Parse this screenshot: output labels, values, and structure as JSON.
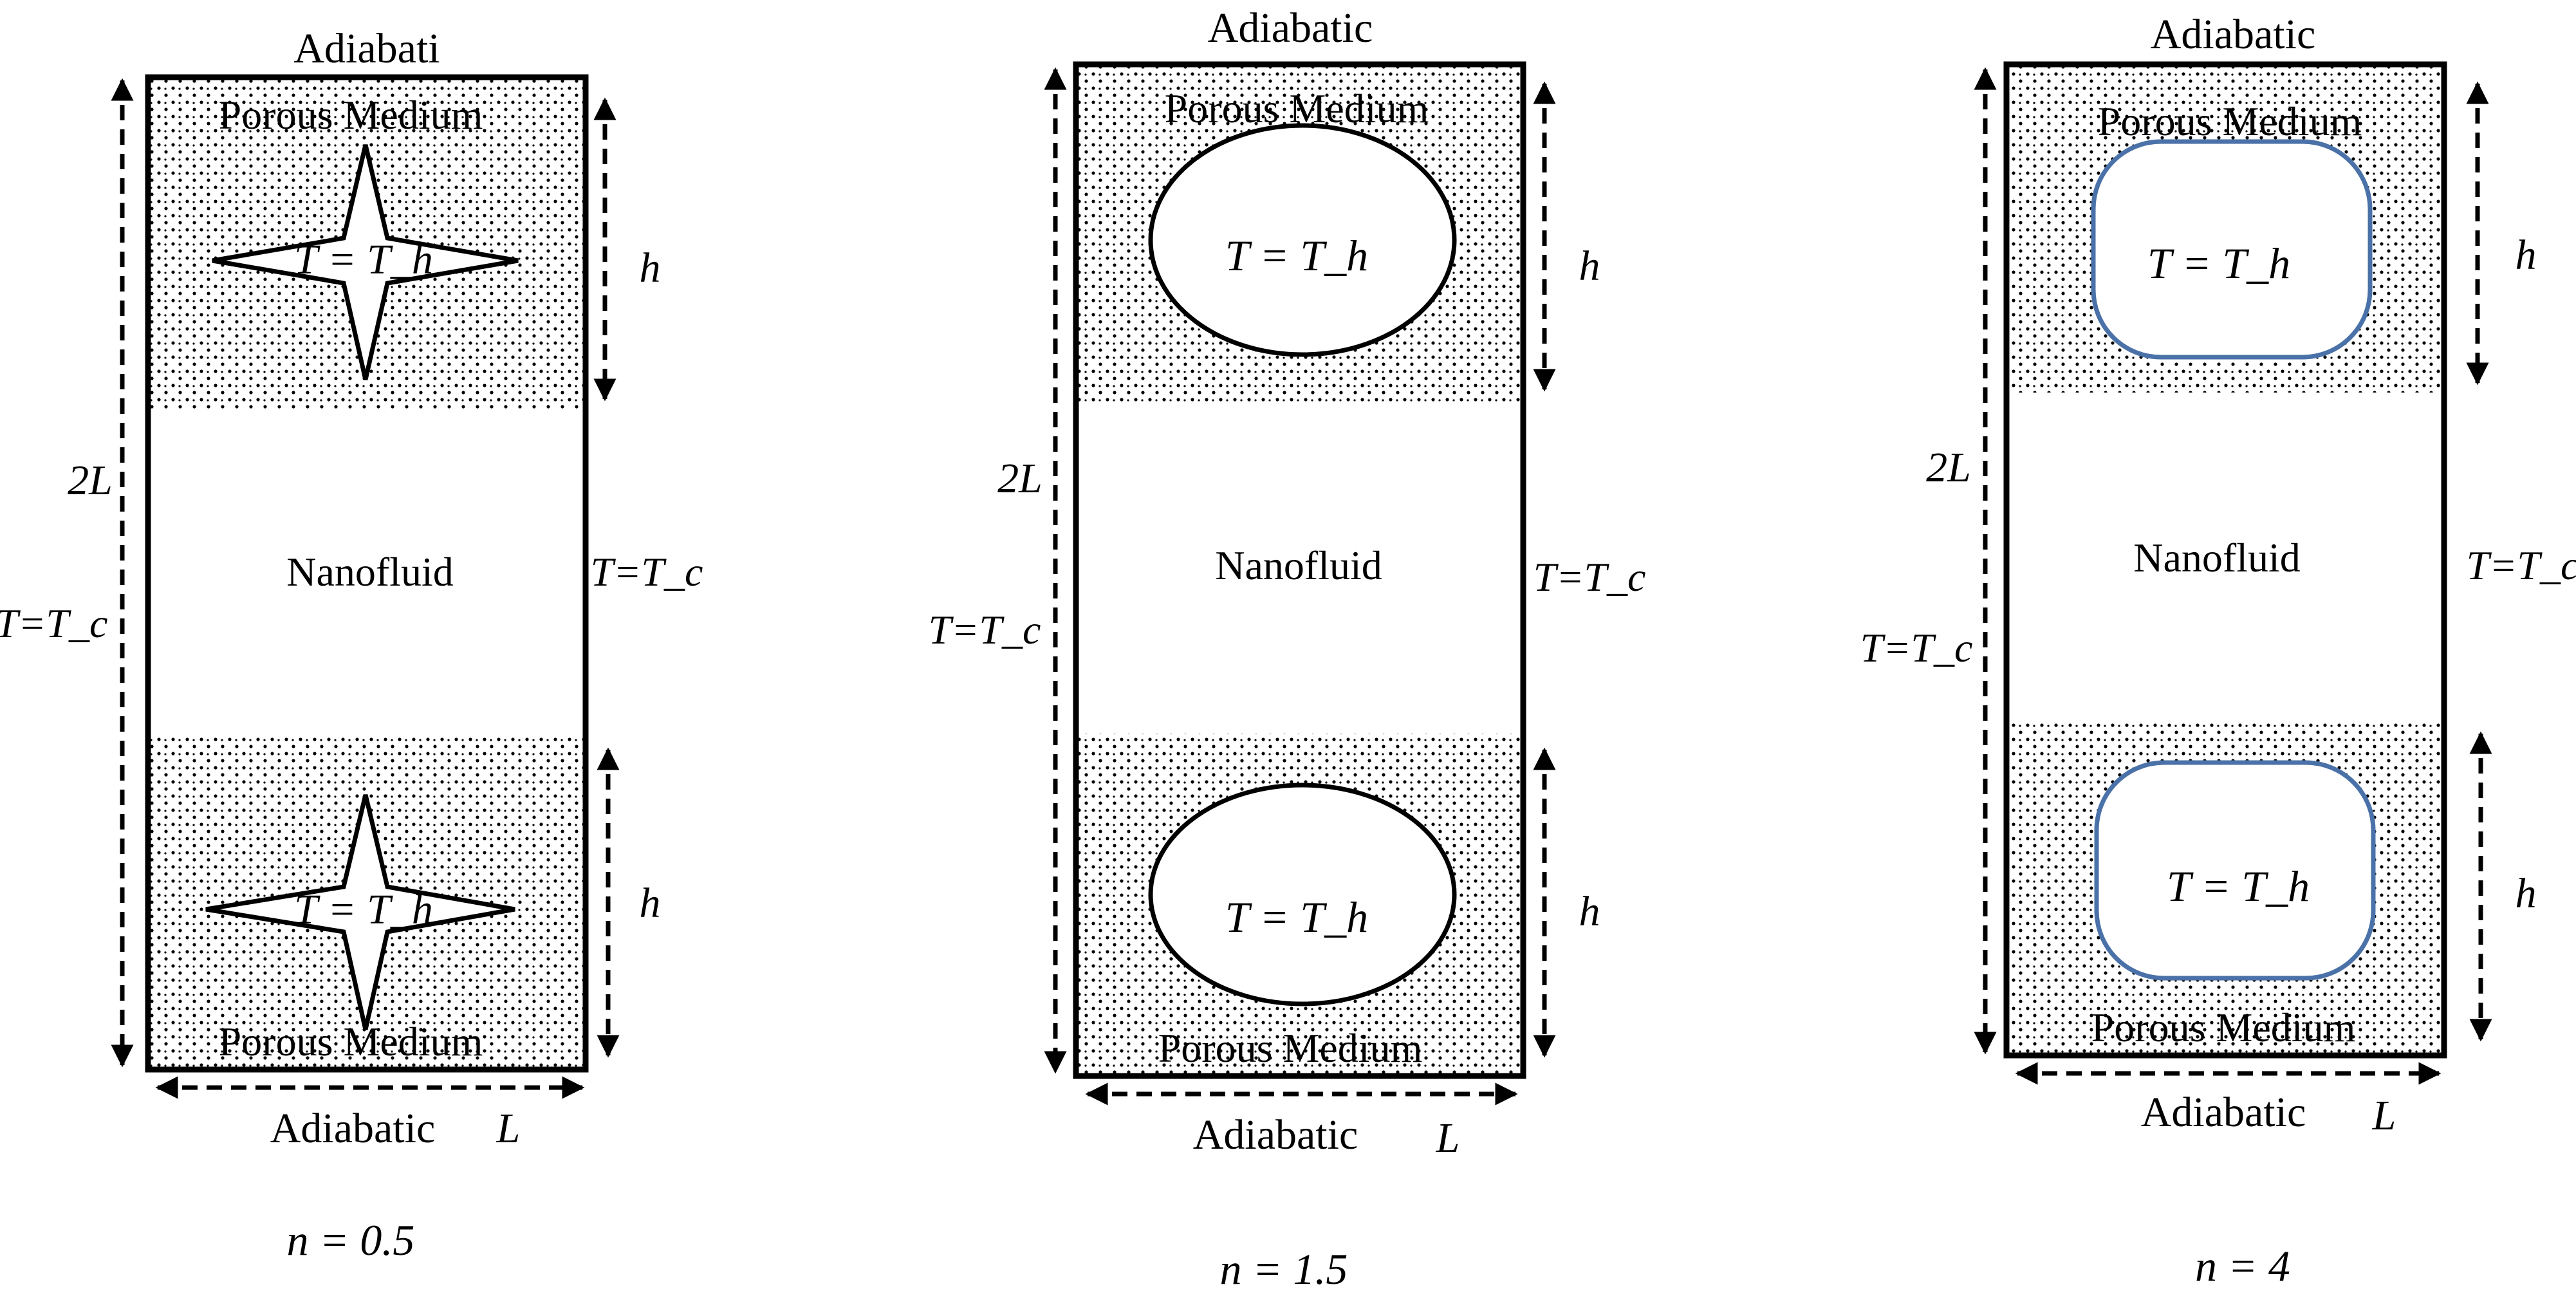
{
  "colors": {
    "line": "#000000",
    "dots": "#000000",
    "background": "#ffffff",
    "superellipse_stroke": "#4a72a8"
  },
  "panels": [
    {
      "top_label": "Adiabati",
      "bottom_label": "Adiabatic",
      "porous_top": "Porous Medium",
      "porous_bottom": "Porous Medium",
      "center": "Nanofluid",
      "length_label": "2L",
      "width_label": "L",
      "height_label_top": "h",
      "height_label_bottom": "h",
      "left_bc": "T=T_c",
      "right_bc": "T=T_c",
      "heater_top": "T = T_h",
      "heater_bottom": "T = T_h",
      "caption": "n = 0.5",
      "shape": "star",
      "n": 0.5
    },
    {
      "top_label": "Adiabatic",
      "bottom_label": "Adiabatic",
      "porous_top": "Porous Medium",
      "porous_bottom": "Porous Medium",
      "center": "Nanofluid",
      "length_label": "2L",
      "width_label": "L",
      "height_label_top": "h",
      "height_label_bottom": "h",
      "left_bc": "T=T_c",
      "right_bc": "T=T_c",
      "heater_top": "T = T_h",
      "heater_bottom": "T = T_h",
      "caption": "n = 1.5",
      "shape": "ellipse",
      "n": 1.5
    },
    {
      "top_label": "Adiabatic",
      "bottom_label": "Adiabatic",
      "porous_top": "Porous Medium",
      "porous_bottom": "Porous Medium",
      "center": "Nanofluid",
      "length_label": "2L",
      "width_label": "L",
      "height_label_top": "h",
      "height_label_bottom": "h",
      "left_bc": "T=T_c",
      "right_bc": "T=T_c",
      "heater_top": "T = T_h",
      "heater_bottom": "T = T_h",
      "caption": "n = 4",
      "shape": "superellipse",
      "n": 4
    }
  ]
}
